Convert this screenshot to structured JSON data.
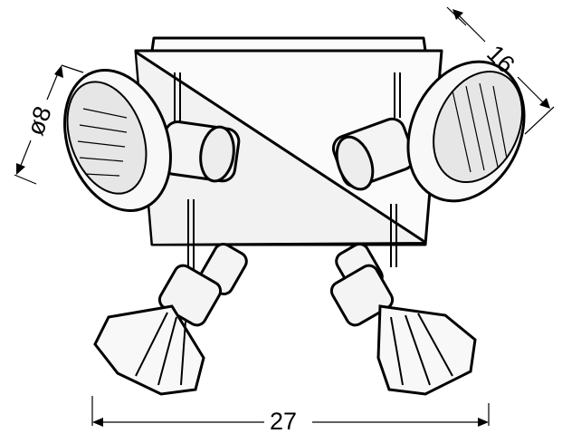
{
  "diagram": {
    "subject": "4-spot ceiling lamp technical drawing",
    "dimensions": {
      "width": {
        "label": "27",
        "orientation": "horizontal"
      },
      "depth": {
        "label": "16",
        "orientation": "diagonal"
      },
      "diameter": {
        "label": "ø8",
        "orientation": "diagonal"
      }
    },
    "colors": {
      "line": "#000000",
      "background": "#ffffff",
      "shade": "#e8e8e8"
    }
  }
}
